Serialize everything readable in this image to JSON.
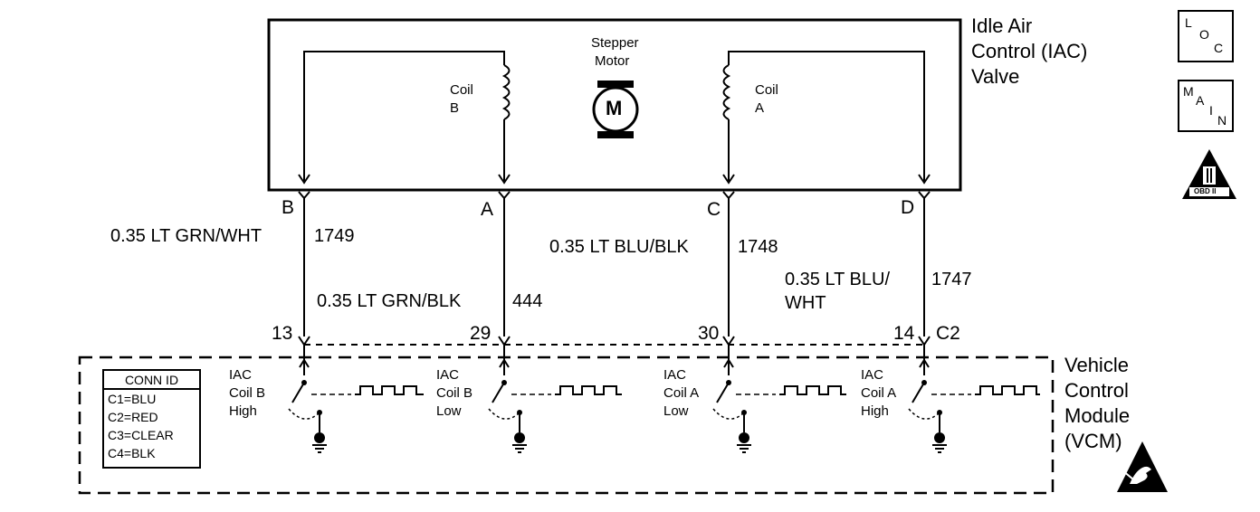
{
  "component": {
    "title_line1": "Idle Air",
    "title_line2": "Control (IAC)",
    "title_line3": "Valve",
    "motor_label_line1": "Stepper",
    "motor_label_line2": "Motor",
    "motor_symbol": "M",
    "coil_b_line1": "Coil",
    "coil_b_line2": "B",
    "coil_a_line1": "Coil",
    "coil_a_line2": "A"
  },
  "terminals": [
    "B",
    "A",
    "C",
    "D"
  ],
  "wires": [
    {
      "spec": "0.35 LT GRN/WHT",
      "circuit": "1749"
    },
    {
      "spec": "0.35 LT GRN/BLK",
      "circuit": "444"
    },
    {
      "spec": "0.35 LT BLU/BLK",
      "circuit": "1748"
    },
    {
      "spec_line1": "0.35 LT BLU/",
      "spec_line2": "WHT",
      "circuit": "1747"
    }
  ],
  "pins": [
    "13",
    "29",
    "30",
    "14"
  ],
  "connector": "C2",
  "module": {
    "line1": "Vehicle",
    "line2": "Control",
    "line3": "Module",
    "line4": "(VCM)"
  },
  "drivers": [
    {
      "l1": "IAC",
      "l2": "Coil B",
      "l3": "High"
    },
    {
      "l1": "IAC",
      "l2": "Coil B",
      "l3": "Low"
    },
    {
      "l1": "IAC",
      "l2": "Coil A",
      "l3": "Low"
    },
    {
      "l1": "IAC",
      "l2": "Coil A",
      "l3": "High"
    }
  ],
  "conn_id": {
    "title": "CONN ID",
    "rows": [
      "C1=BLU",
      "C2=RED",
      "C3=CLEAR",
      "C4=BLK"
    ]
  },
  "icons": {
    "loc": {
      "a": "L",
      "b": "O",
      "c": "C"
    },
    "main": {
      "a": "M",
      "b": "A",
      "c": "I",
      "d": "N"
    },
    "obd": {
      "roman": "II",
      "text": "OBD II"
    }
  }
}
